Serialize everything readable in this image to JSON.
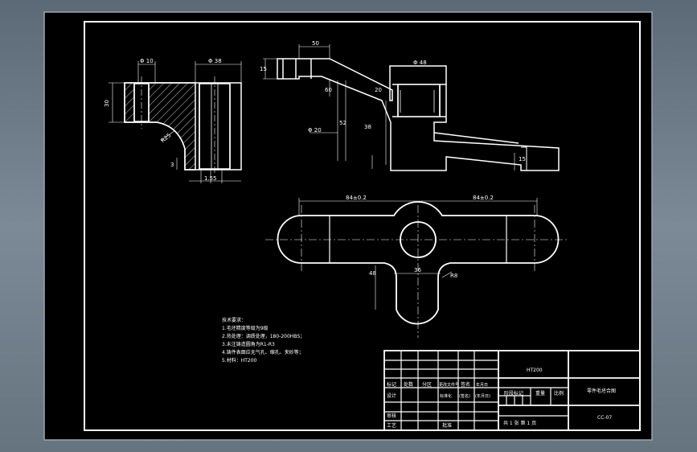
{
  "dims": {
    "top_pitch": "50",
    "top_v1": "15",
    "top_v2": "60",
    "top_v3": "20",
    "top_d1": "Φ 20",
    "top_d2": "Φ 48",
    "top_v4": "52",
    "top_v5": "38",
    "top_right": "15",
    "left_d1": "Φ 10",
    "left_d2": "Φ 38",
    "left_h": "30",
    "left_r": "R25",
    "left_b1": "3",
    "left_b2": "1.5",
    "left_b3": "5",
    "plan_left": "84±0.2",
    "plan_right": "84±0.2",
    "plan_w": "36",
    "plan_h": "48",
    "plan_r": "R8"
  },
  "tech": {
    "title": "技术要求：",
    "lines": [
      "1.毛坯精度等级为9级",
      "2.热处理：调质处理，180-200HBS；",
      "3.未注铸造圆角为R1-R3",
      "4.铸件表面应无气孔、缩孔、夹砂等；",
      "5.材料：HT200"
    ]
  },
  "title_block": {
    "material": "HT200",
    "part_name": "零件毛坯合图",
    "code": "CC-07",
    "r1": [
      "标记",
      "处数",
      "分区",
      "更改文件号",
      "签名",
      "年月日"
    ],
    "r2": [
      "设计",
      "",
      "",
      "标准化",
      "(签名)",
      "(年月日)"
    ],
    "stage": "阶段标记",
    "weight": "重量",
    "scale": "比例",
    "check": "审核",
    "process": "工艺",
    "approve": "批准",
    "sheet": "共 1 张  第 1 页"
  }
}
